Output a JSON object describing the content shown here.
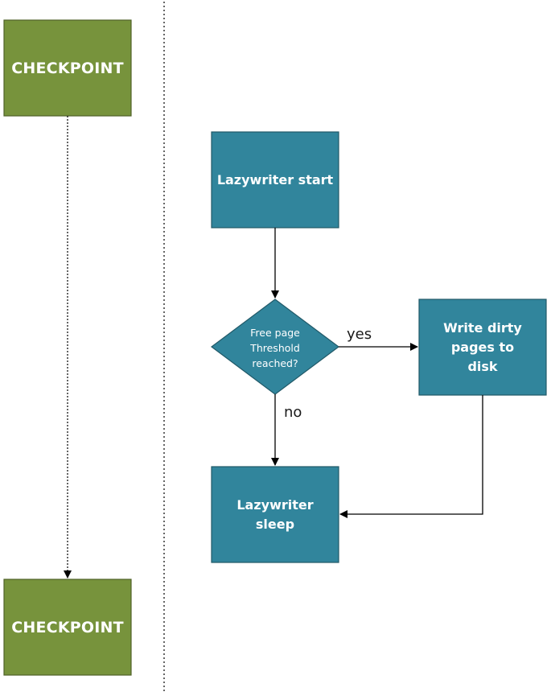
{
  "colors": {
    "checkpoint_fill": "#77933c",
    "checkpoint_stroke": "#4f6228",
    "process_fill": "#31859c",
    "process_stroke": "#215968",
    "edge": "#000000",
    "divider": "#000000"
  },
  "checkpoint_top": {
    "label": "CHECKPOINT"
  },
  "checkpoint_bottom": {
    "label": "CHECKPOINT"
  },
  "lazywriter_start": {
    "label": "Lazywriter start"
  },
  "decision": {
    "label": "Free page\nThreshold\nreached?"
  },
  "write_pages": {
    "label": "Write dirty pages to disk"
  },
  "lazywriter_sleep": {
    "label": "Lazywriter sleep"
  },
  "edges": {
    "yes_label": "yes",
    "no_label": "no"
  }
}
